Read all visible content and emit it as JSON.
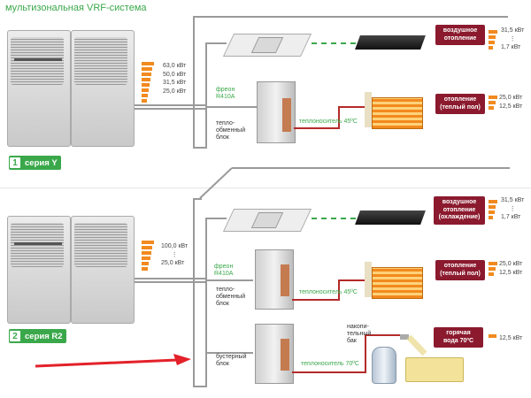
{
  "title": "мультизональная VRF-система",
  "series": [
    {
      "num": "1",
      "name": "серия Y",
      "capacities": [
        "63,0 кВт",
        "50,0 кВт",
        "31,5 кВт",
        "25,0 кВт"
      ],
      "freon_label": "фреон\nR410A",
      "hx_label": "тепло-\nобменный\nблок",
      "coolant_label": "теплоноситель 45ºC",
      "air_badge": "воздушное\nотопление",
      "air_capacities": [
        "31,5 кВт",
        "⋮",
        "1,7 кВт"
      ],
      "floor_badge": "отопление\n(теплый пол)",
      "floor_capacities": [
        "25,0 кВт",
        "12,5 кВт"
      ]
    },
    {
      "num": "2",
      "name": "серия R2",
      "capacities": [
        "100,0 кВт",
        "⋮",
        "25,0 кВт"
      ],
      "freon_label": "фреон\nR410A",
      "hx_label": "тепло-\nобменный\nблок",
      "coolant_label": "теплоноситель 45ºC",
      "air_badge": "воздушное\nотопление\n(охлаждение)",
      "air_capacities": [
        "31,5 кВт",
        "⋮",
        "1,7 кВт"
      ],
      "floor_badge": "отопление\n(теплый пол)",
      "floor_capacities": [
        "25,0 кВт",
        "12,5 кВт"
      ],
      "booster_label": "бустерный\nблок",
      "booster_coolant_label": "теплоноситель 70ºC",
      "tank_label": "накопи-\nтельный\nбак",
      "hot_water_badge": "горячая\nвода 70ºC",
      "hot_water_capacity": "12,5 кВт"
    }
  ]
}
